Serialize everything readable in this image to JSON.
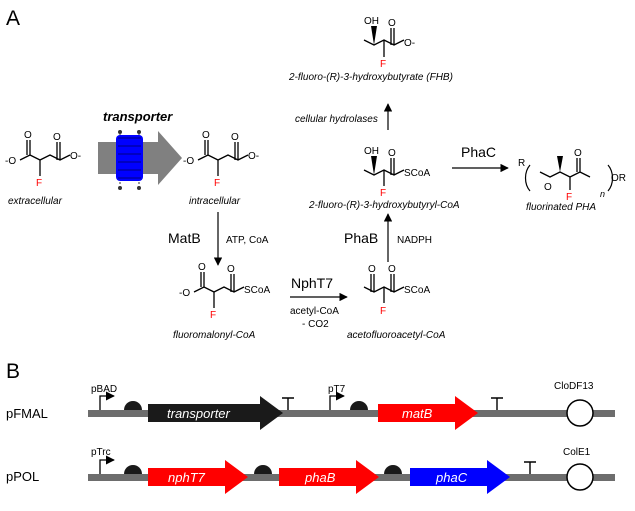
{
  "panels": {
    "a": "A",
    "b": "B"
  },
  "colors": {
    "fluorine": "#ff0000",
    "transporter_protein": "#0000ff",
    "arrow_gray": "#808080",
    "gene_black": "#1a1a1a",
    "gene_red": "#ff0000",
    "gene_blue": "#0000ff",
    "backbone": "#6d6d6d"
  },
  "pathway": {
    "transporter_label": "transporter",
    "compounds": {
      "extracellular": {
        "name": "extracellular",
        "atoms": [
          "O",
          "O",
          "-O",
          "O-",
          "F"
        ]
      },
      "intracellular": {
        "name": "intracellular",
        "atoms": [
          "O",
          "O",
          "-O",
          "O-",
          "F"
        ]
      },
      "fluoromalonyl_coa": {
        "name": "fluoromalonyl-CoA",
        "atoms": [
          "O",
          "O",
          "-O",
          "SCoA",
          "F"
        ]
      },
      "acetofluoroacetyl_coa": {
        "name": "acetofluoroacetyl-CoA",
        "atoms": [
          "O",
          "O",
          "SCoA",
          "F"
        ]
      },
      "hydroxybutyryl_coa": {
        "name": "2-fluoro-(R)-3-hydroxybutyryl-CoA",
        "atoms": [
          "OH",
          "O",
          "SCoA",
          "F"
        ]
      },
      "fhb": {
        "name": "2-fluoro-(R)-3-hydroxybutyrate (FHB)",
        "atoms": [
          "OH",
          "O",
          "O-",
          "F"
        ]
      },
      "pha": {
        "name": "fluorinated PHA",
        "atoms": [
          "R",
          "O",
          "O",
          "OR",
          "F",
          "n"
        ]
      }
    },
    "enzymes": {
      "matb": {
        "name": "MatB",
        "cofactor": "ATP, CoA"
      },
      "nphT7": {
        "name": "NphT7",
        "cofactor_1": "acetyl-CoA",
        "cofactor_2": "- CO2"
      },
      "phab": {
        "name": "PhaB",
        "cofactor": "NADPH"
      },
      "phac": {
        "name": "PhaC"
      },
      "hydrolases": {
        "name": "cellular hydrolases"
      }
    }
  },
  "plasmids": [
    {
      "name": "pFMAL",
      "promoters": [
        "pBAD",
        "pT7"
      ],
      "genes": [
        {
          "name": "transporter",
          "color": "#1a1a1a"
        },
        {
          "name": "matB",
          "color": "#ff0000"
        }
      ],
      "origin": "CloDF13"
    },
    {
      "name": "pPOL",
      "promoters": [
        "pTrc"
      ],
      "genes": [
        {
          "name": "nphT7",
          "color": "#ff0000"
        },
        {
          "name": "phaB",
          "color": "#ff0000"
        },
        {
          "name": "phaC",
          "color": "#0000ff"
        }
      ],
      "origin": "ColE1"
    }
  ]
}
